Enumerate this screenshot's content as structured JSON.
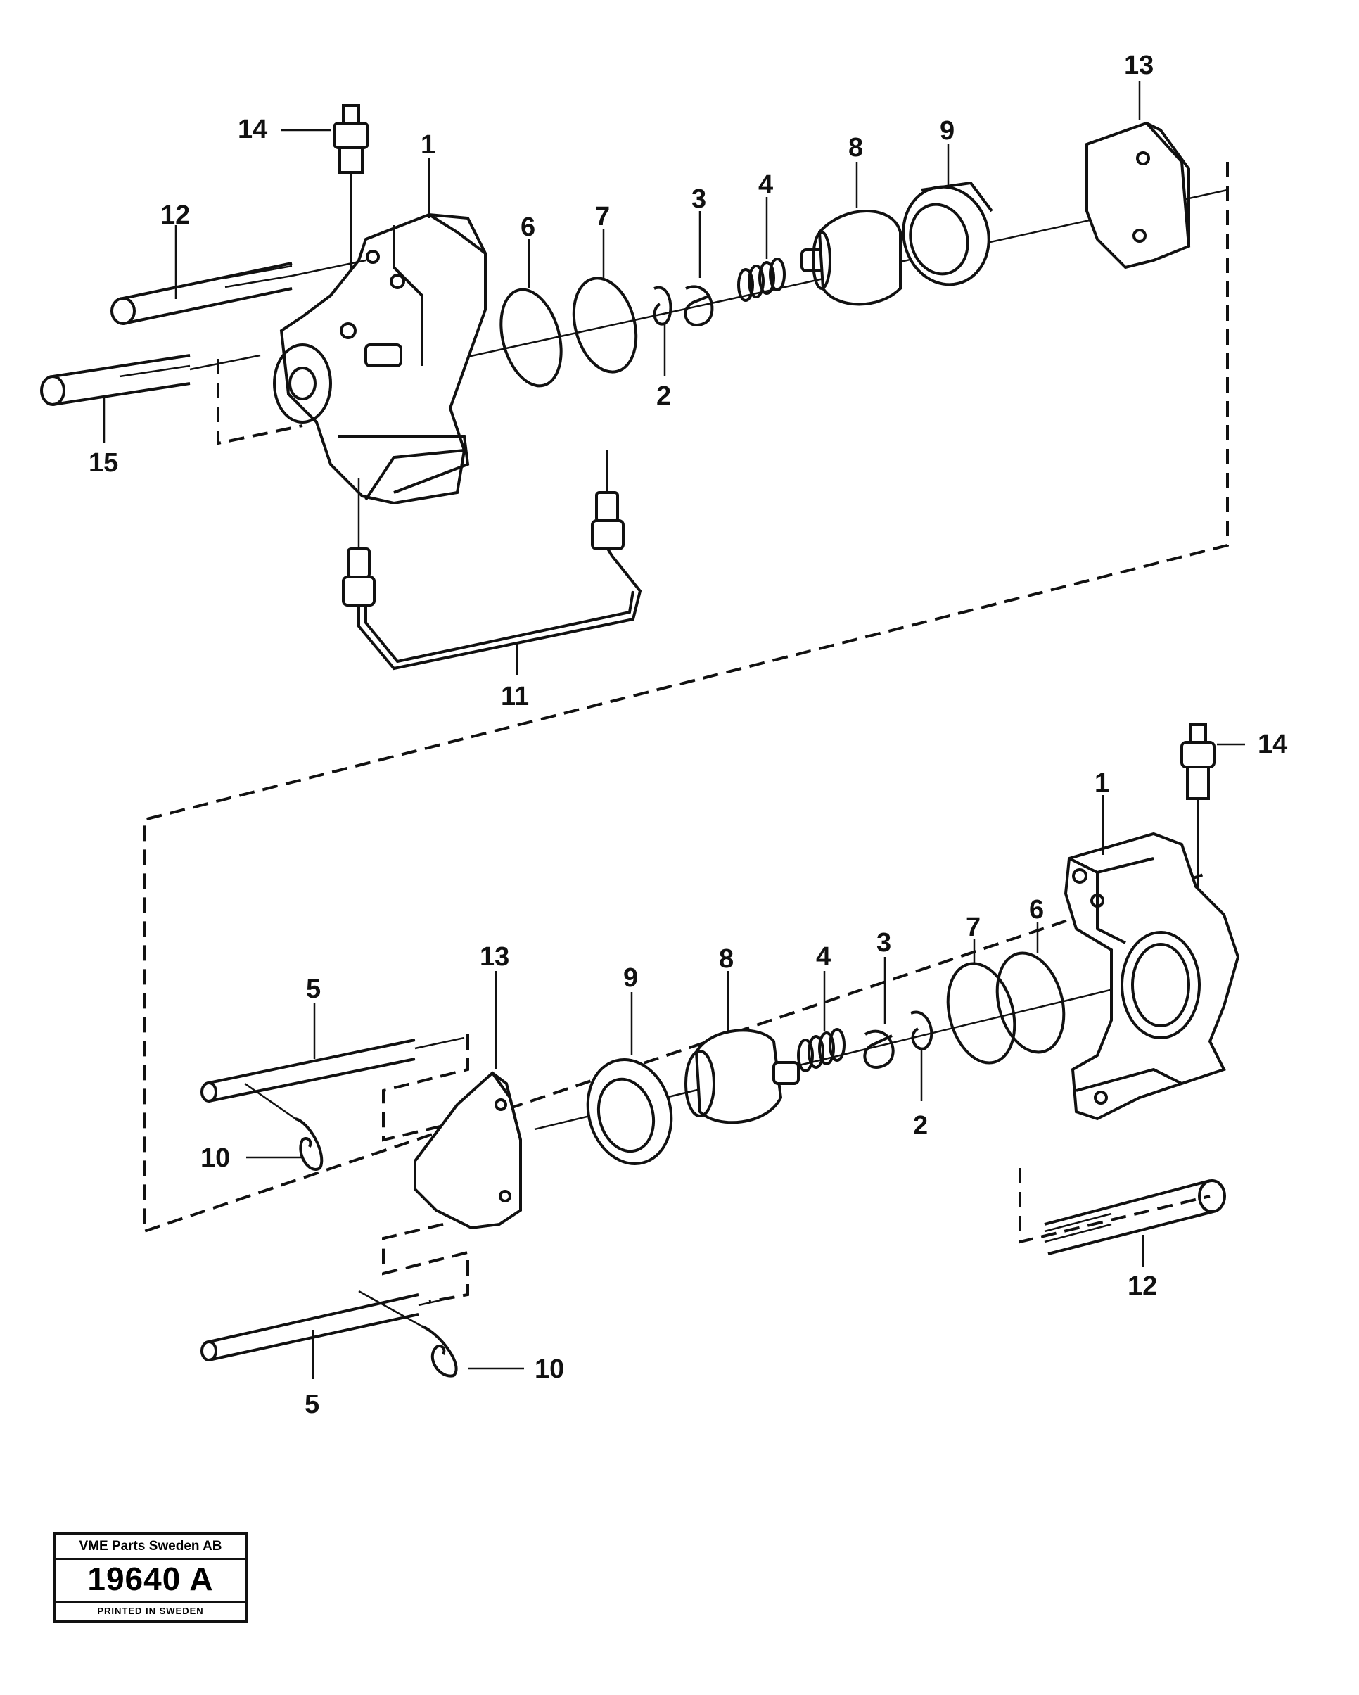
{
  "title_block": {
    "company": "VME Parts Sweden AB",
    "drawing_number": "19640 A",
    "printed": "PRINTED IN SWEDEN"
  },
  "upper_assembly": {
    "callouts": [
      "14",
      "1",
      "12",
      "6",
      "7",
      "3",
      "4",
      "8",
      "9",
      "13",
      "2",
      "15",
      "11"
    ]
  },
  "lower_assembly": {
    "callouts": [
      "14",
      "1",
      "13",
      "5",
      "9",
      "8",
      "4",
      "3",
      "7",
      "6",
      "10",
      "2",
      "12",
      "5",
      "10"
    ]
  }
}
